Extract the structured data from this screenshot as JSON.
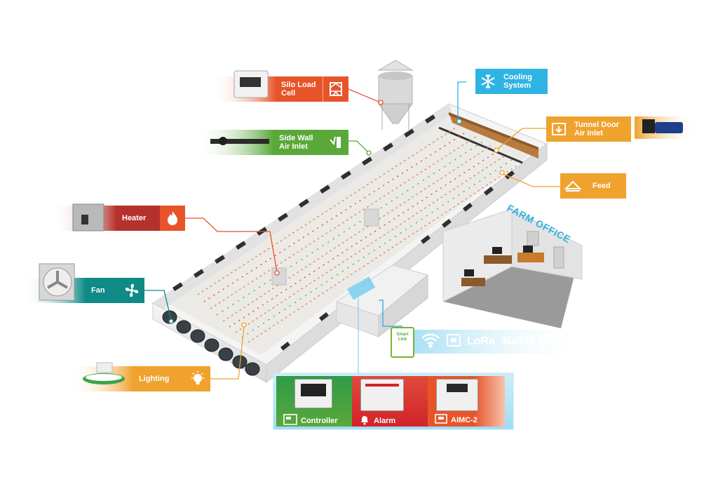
{
  "labels": {
    "silo": "Silo Load\nCell",
    "cooling": "Cooling\nSystem",
    "side_wall": "Side Wall\nAir Inlet",
    "tunnel_door": "Tunnel Door\nAir Inlet",
    "feed": "Feed",
    "heater": "Heater",
    "fan": "Fan",
    "lighting": "Lighting"
  },
  "office_title": "FARM OFFICE",
  "connectivity": {
    "lora": "LoRa",
    "cellular": "4G/5G",
    "iot": "IOT"
  },
  "device_label": "Smart Link",
  "controls": {
    "controller": "Controller",
    "alarm": "Alarm",
    "aimc": "AIMC-2"
  },
  "icons": [
    "snowflake-icon",
    "silo-icon",
    "inlet-icon",
    "tunnel-door-icon",
    "feeder-icon",
    "flame-icon",
    "fan-icon",
    "bulb-icon",
    "wifi-icon",
    "alarm-bell-icon",
    "controller-icon",
    "aimc-icon"
  ],
  "colors": {
    "orange_red": "#e8542a",
    "green": "#5aa83a",
    "light_blue": "#2fb3e3",
    "amber": "#f0a22e",
    "red": "#d2232a",
    "dark_red": "#b5312b"
  }
}
